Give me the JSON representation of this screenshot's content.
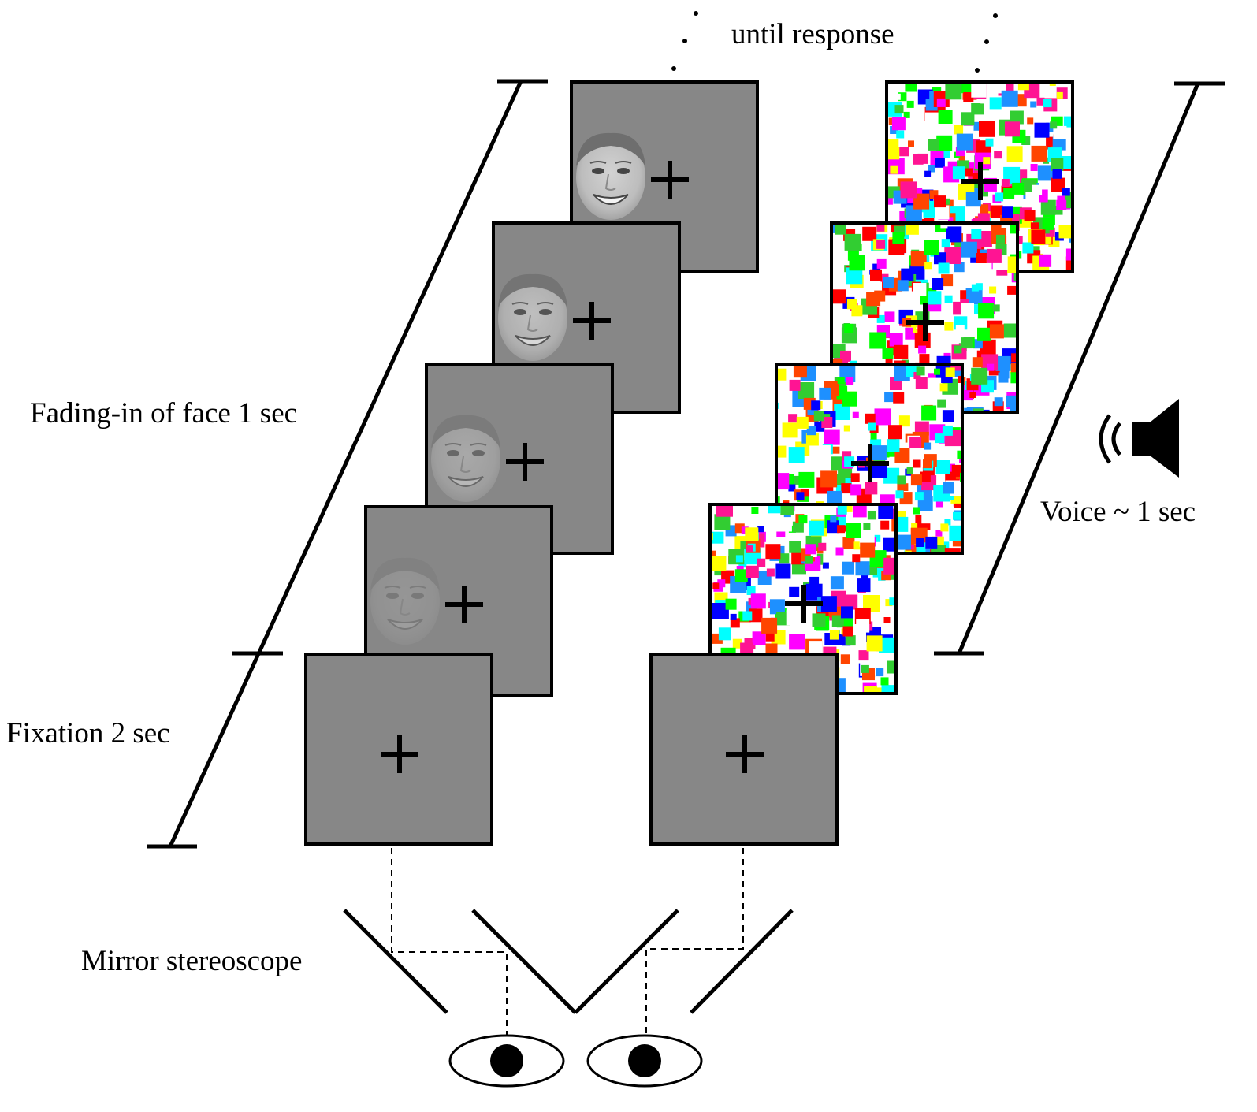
{
  "labels": {
    "until_response": "until response",
    "fading_in": "Fading-in of face 1 sec",
    "fixation": "Fixation 2 sec",
    "voice": "Voice ~ 1 sec",
    "mirror_stereoscope": "Mirror stereoscope"
  },
  "panels": {
    "left_stream": [
      {
        "content": "fixation-cross"
      },
      {
        "content": "face",
        "face_opacity": 0.2
      },
      {
        "content": "face",
        "face_opacity": 0.45
      },
      {
        "content": "face",
        "face_opacity": 0.75
      },
      {
        "content": "face",
        "face_opacity": 1.0
      }
    ],
    "right_stream": [
      {
        "content": "fixation-cross"
      },
      {
        "content": "color-mask"
      },
      {
        "content": "color-mask"
      },
      {
        "content": "color-mask"
      },
      {
        "content": "color-mask"
      }
    ]
  },
  "colors": {
    "panel_gray": "#878787",
    "mask_palette": [
      "#ff0000",
      "#00ff00",
      "#0000ff",
      "#ffff00",
      "#ff00ff",
      "#00ffff",
      "#ffffff",
      "#ff1493",
      "#1e90ff",
      "#32cd32",
      "#ff4500"
    ]
  },
  "icons": {
    "speaker": "speaker-icon",
    "eye": "eye-icon"
  }
}
